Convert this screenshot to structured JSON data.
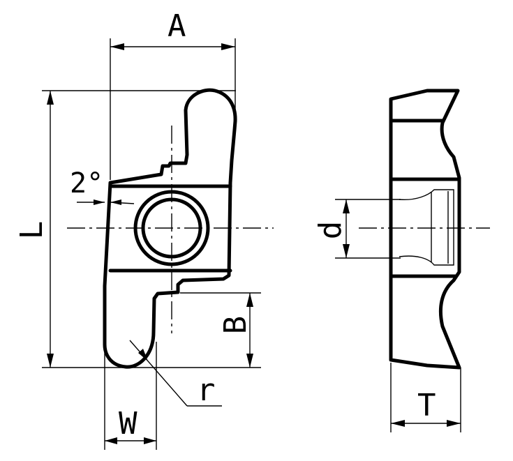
{
  "labels": {
    "A": "A",
    "L": "L",
    "B": "B",
    "W": "W",
    "r": "r",
    "d": "d",
    "T": "T",
    "angle": "2°"
  }
}
